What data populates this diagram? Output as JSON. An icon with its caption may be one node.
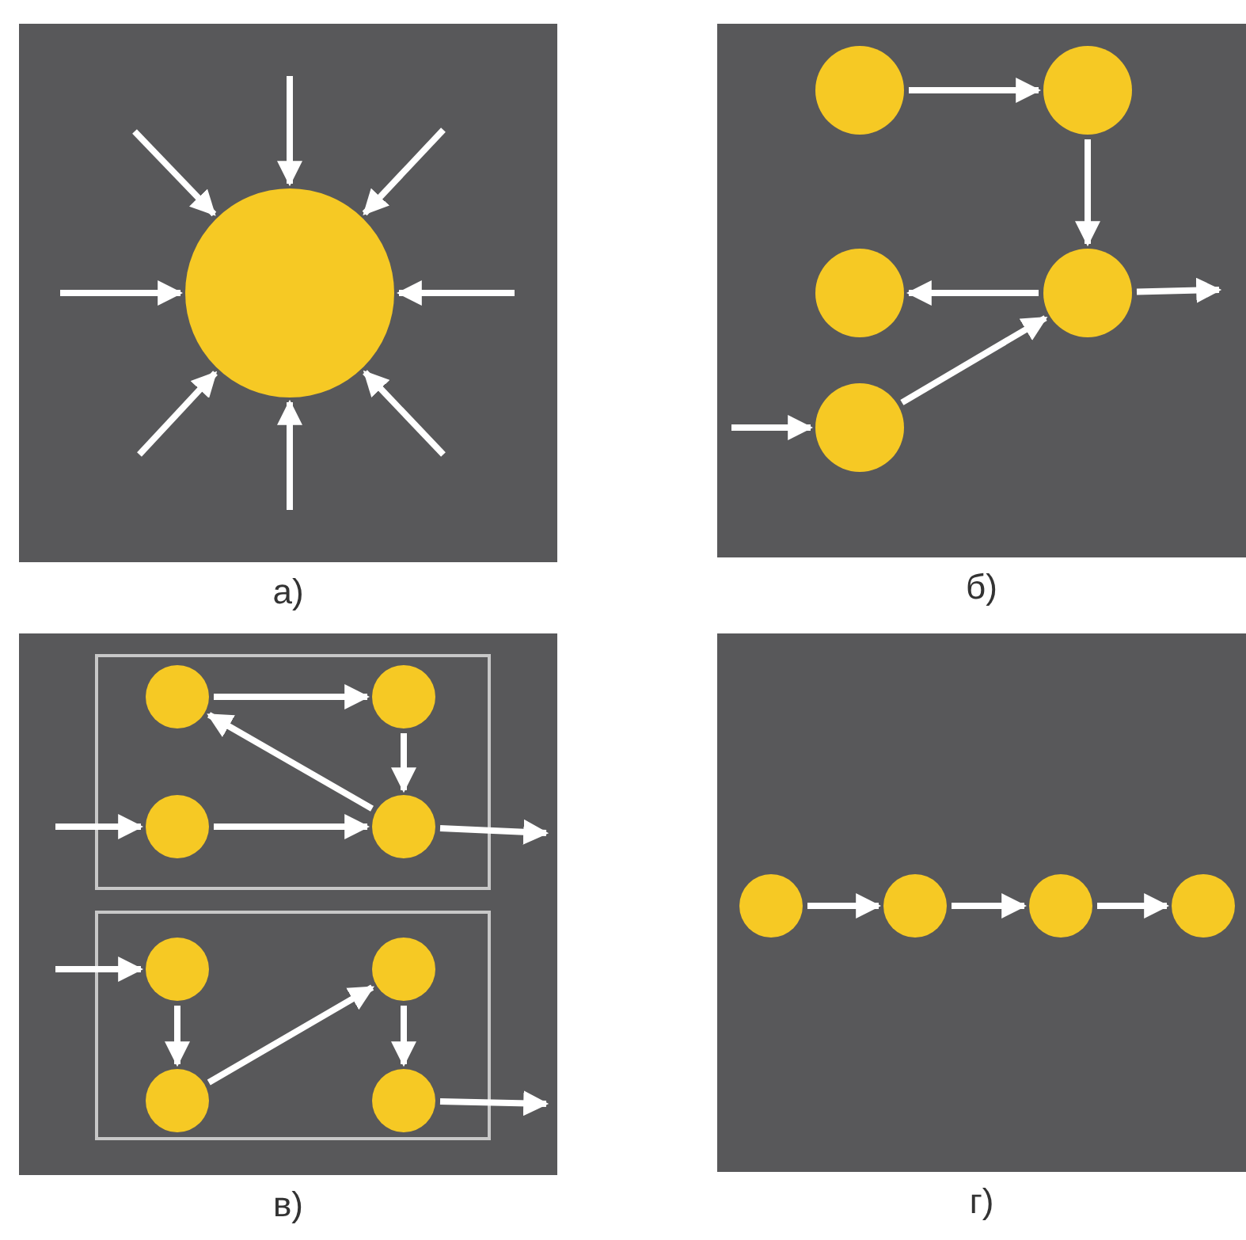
{
  "diagram": {
    "nodes": [
      {
        "text": [],
        "shape": "box",
        "beside": [
          "а)"
        ]
      },
      {
        "text": [],
        "shape": "circle",
        "in": 0
      },
      {
        "text": [],
        "shape": "box",
        "beside": [
          "б)"
        ]
      },
      {
        "text": [],
        "shape": "circle",
        "in": 2
      },
      {
        "text": [],
        "shape": "circle",
        "in": 2
      },
      {
        "text": [],
        "shape": "circle",
        "in": 2
      },
      {
        "text": [],
        "shape": "circle",
        "in": 2
      },
      {
        "text": [],
        "shape": "circle",
        "in": 2
      },
      {
        "text": [],
        "shape": "box",
        "beside": [
          "в)"
        ]
      },
      {
        "text": [],
        "shape": "box",
        "in": 8
      },
      {
        "text": [],
        "shape": "circle",
        "in": 9
      },
      {
        "text": [],
        "shape": "circle",
        "in": 9
      },
      {
        "text": [],
        "shape": "circle",
        "in": 9
      },
      {
        "text": [],
        "shape": "circle",
        "in": 9
      },
      {
        "text": [],
        "shape": "box",
        "in": 8
      },
      {
        "text": [],
        "shape": "circle",
        "in": 14
      },
      {
        "text": [],
        "shape": "circle",
        "in": 14
      },
      {
        "text": [],
        "shape": "circle",
        "in": 14
      },
      {
        "text": [],
        "shape": "circle",
        "in": 14
      },
      {
        "text": [],
        "shape": "box",
        "beside": [
          "г)"
        ]
      },
      {
        "text": [],
        "shape": "circle",
        "in": 19
      },
      {
        "text": [],
        "shape": "circle",
        "in": 19
      },
      {
        "text": [],
        "shape": "circle",
        "in": 19
      },
      {
        "text": [],
        "shape": "circle",
        "in": 19
      }
    ],
    "edges": [
      {
        "from": null,
        "to": 1,
        "arrow": "to"
      },
      {
        "from": null,
        "to": 1,
        "arrow": "to"
      },
      {
        "from": null,
        "to": 1,
        "arrow": "to"
      },
      {
        "from": null,
        "to": 1,
        "arrow": "to"
      },
      {
        "from": null,
        "to": 1,
        "arrow": "to"
      },
      {
        "from": null,
        "to": 1,
        "arrow": "to"
      },
      {
        "from": null,
        "to": 1,
        "arrow": "to"
      },
      {
        "from": null,
        "to": 1,
        "arrow": "to"
      },
      {
        "from": 3,
        "to": 4,
        "arrow": "to"
      },
      {
        "from": 4,
        "to": 6,
        "arrow": "to"
      },
      {
        "from": 6,
        "to": 5,
        "arrow": "to"
      },
      {
        "from": 6,
        "to": null,
        "arrow": "to"
      },
      {
        "from": null,
        "to": 7,
        "arrow": "to"
      },
      {
        "from": 7,
        "to": 6,
        "arrow": "to"
      },
      {
        "from": 10,
        "to": 11,
        "arrow": "to"
      },
      {
        "from": 11,
        "to": 13,
        "arrow": "to"
      },
      {
        "from": 13,
        "to": 10,
        "arrow": "to"
      },
      {
        "from": null,
        "to": 12,
        "arrow": "to"
      },
      {
        "from": 12,
        "to": 13,
        "arrow": "to"
      },
      {
        "from": 13,
        "to": null,
        "arrow": "to"
      },
      {
        "from": null,
        "to": 15,
        "arrow": "to"
      },
      {
        "from": 15,
        "to": 17,
        "arrow": "to"
      },
      {
        "from": 17,
        "to": 16,
        "arrow": "to"
      },
      {
        "from": 16,
        "to": 18,
        "arrow": "to"
      },
      {
        "from": 18,
        "to": null,
        "arrow": "to"
      },
      {
        "from": 20,
        "to": 21,
        "arrow": "to"
      },
      {
        "from": 21,
        "to": 22,
        "arrow": "to"
      },
      {
        "from": 22,
        "to": 23,
        "arrow": "to"
      }
    ]
  }
}
